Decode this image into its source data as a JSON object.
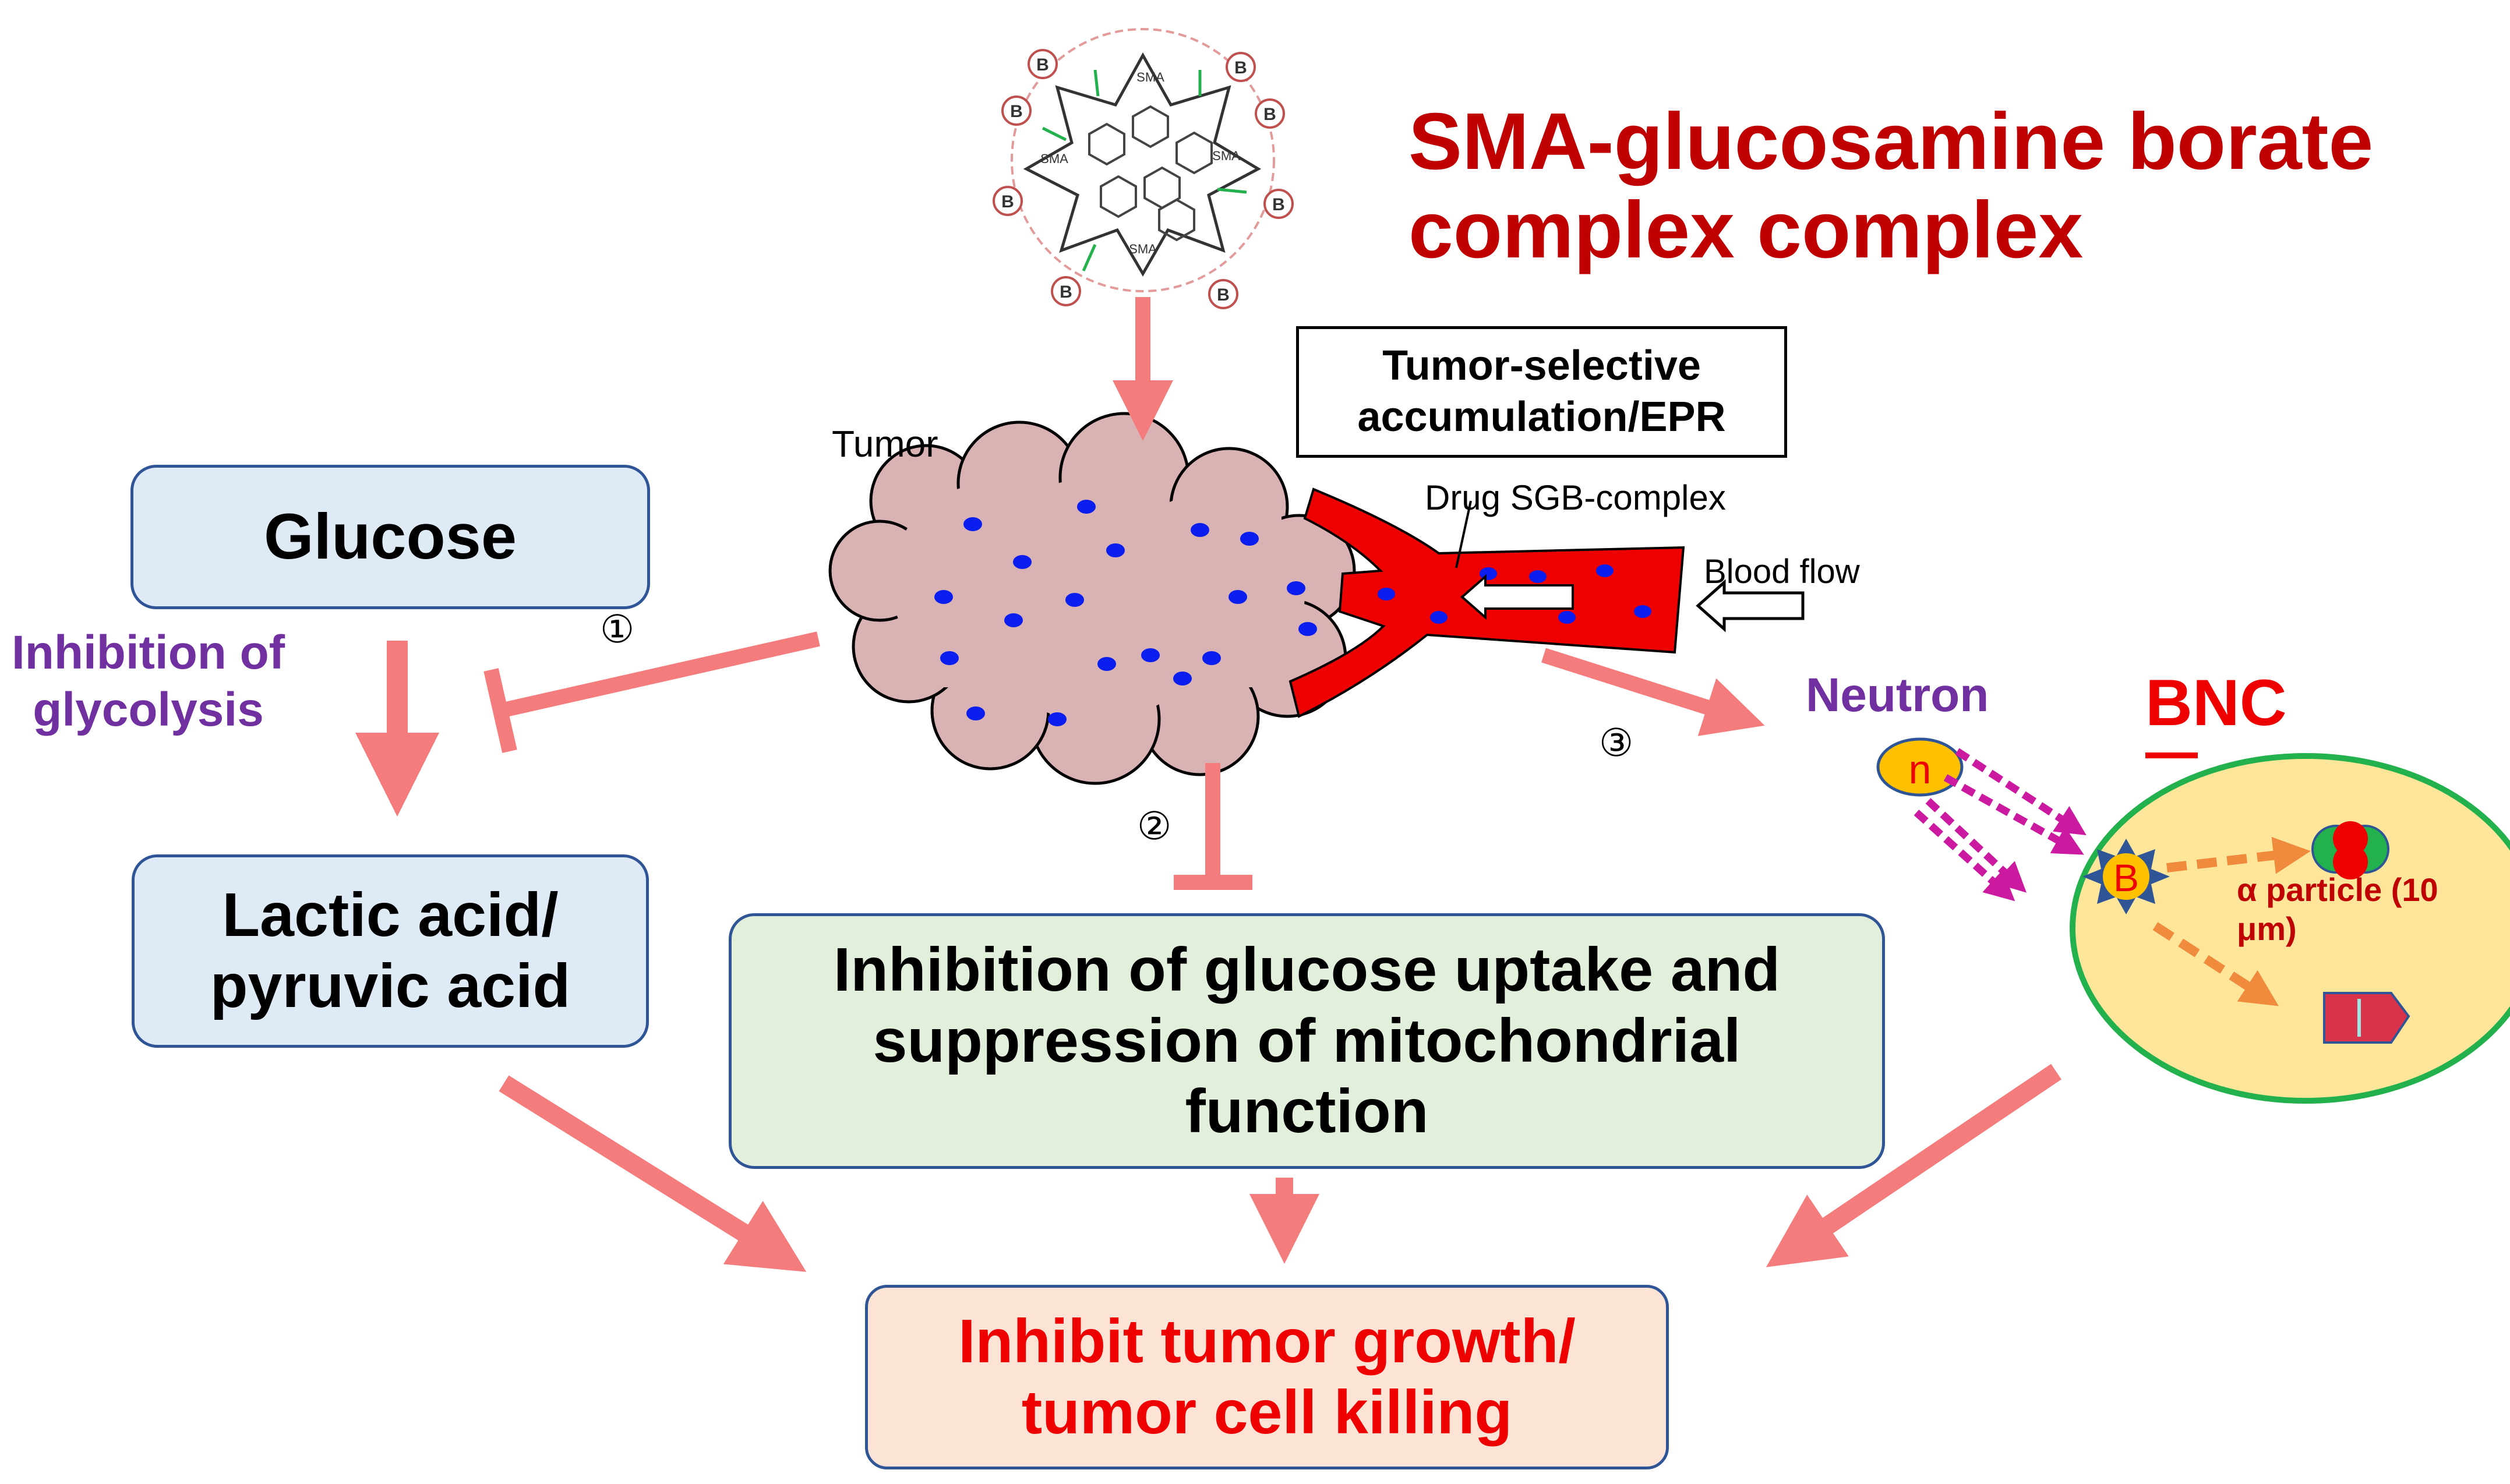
{
  "title": {
    "line1": "SMA-glucosamine borate",
    "line2": "complex complex"
  },
  "labels": {
    "tumor": "Tumor",
    "drug": "Drug SGB-complex",
    "blood_flow": "Blood flow",
    "glycolysis_line1": "Inhibition of",
    "glycolysis_line2": "glycolysis",
    "neutron": "Neutron",
    "bnct": "BNC",
    "alpha_line1": "α particle (10",
    "alpha_line2": "μm)",
    "neutron_symbol": "n",
    "boron_symbol": "B",
    "nanoparticle_boron": "B",
    "nanoparticle_sma": "SMA"
  },
  "epr_box": {
    "line1": "Tumor-selective",
    "line2": "accumulation/EPR"
  },
  "boxes": {
    "glucose": "Glucose",
    "lactic_line1": "Lactic acid/",
    "lactic_line2": "pyruvic acid",
    "inhibition_line1": "Inhibition of glucose uptake and",
    "inhibition_line2": "suppression of mitochondrial",
    "inhibition_line3": "function",
    "outcome_line1": "Inhibit tumor growth/",
    "outcome_line2": "tumor cell killing"
  },
  "markers": {
    "one": "①",
    "two": "②",
    "three": "③"
  },
  "colors": {
    "arrow": "#f47c7c",
    "title": "#c00000",
    "purple": "#7030a0",
    "red_text": "#ee0000",
    "tumor_fill": "#d9b2b4",
    "vessel": "#ee0000",
    "cell_fill": "#fde59a",
    "cell_border": "#22b14c",
    "particle_arrow": "#f08a3c",
    "neutron_arrow": "#cc1aa0"
  }
}
